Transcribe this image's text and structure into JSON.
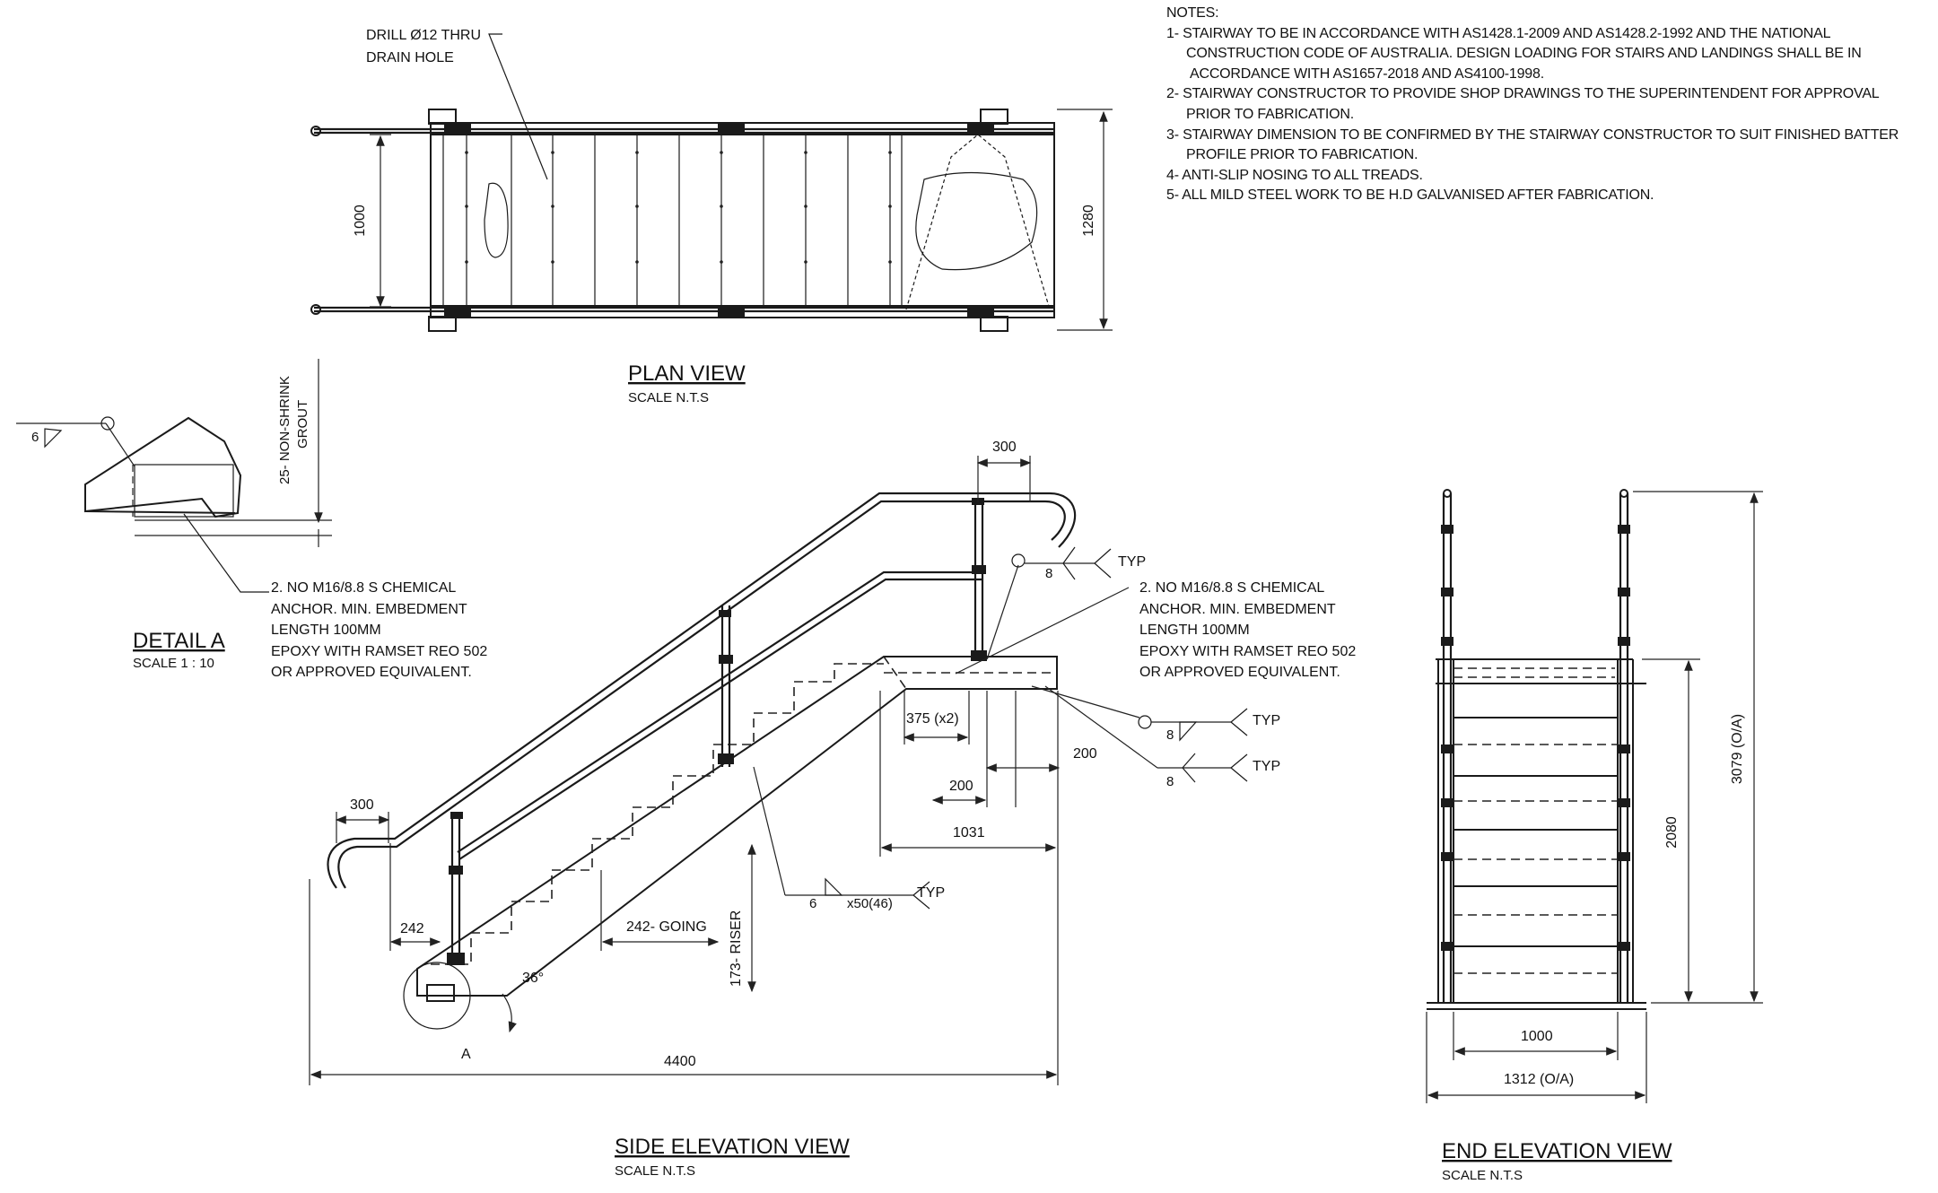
{
  "notes": {
    "heading": "NOTES:",
    "lines": [
      "1- STAIRWAY TO BE IN ACCORDANCE WITH AS1428.1-2009 AND AS1428.2-1992 AND THE NATIONAL",
      "CONSTRUCTION CODE OF AUSTRALIA. DESIGN LOADING FOR STAIRS AND LANDINGS SHALL BE IN",
      "ACCORDANCE WITH AS1657-2018 AND AS4100-1998.",
      "2- STAIRWAY CONSTRUCTOR TO PROVIDE SHOP DRAWINGS TO THE SUPERINTENDENT FOR APPROVAL",
      "PRIOR TO FABRICATION.",
      "3- STAIRWAY DIMENSION TO BE CONFIRMED BY THE STAIRWAY CONSTRUCTOR TO SUIT FINISHED BATTER",
      "PROFILE PRIOR TO FABRICATION.",
      "4- ANTI-SLIP NOSING TO ALL TREADS.",
      "5- ALL MILD STEEL WORK TO BE H.D GALVANISED AFTER FABRICATION."
    ]
  },
  "plan": {
    "title": "PLAN VIEW",
    "scale": "SCALE N.T.S",
    "drill_1": "DRILL Ø12 THRU",
    "drill_2": "DRAIN HOLE",
    "dim_width": "1000",
    "dim_overall": "1280"
  },
  "detail": {
    "title": "DETAIL A",
    "scale": "SCALE 1 : 10",
    "weld": "6",
    "grout_1": "25- NON-SHRINK",
    "grout_2": "GROUT",
    "anchor": [
      "2. NO M16/8.8 S CHEMICAL",
      "ANCHOR. MIN. EMBEDMENT",
      "LENGTH 100MM",
      "EPOXY WITH RAMSET REO 502",
      "OR APPROVED EQUIVALENT."
    ]
  },
  "side": {
    "title": "SIDE ELEVATION VIEW",
    "scale": "SCALE N.T.S",
    "dim_300_top": "300",
    "dim_300_left": "300",
    "dim_242": "242",
    "dim_going": "242- GOING",
    "dim_riser": "173- RISER",
    "angle": "36°",
    "callout_a": "A",
    "dim_4400": "4400",
    "dim_375": "375 (x2)",
    "dim_200a": "200",
    "dim_200b": "200",
    "dim_1031": "1031",
    "weld_typ_1": "TYP",
    "weld_8_1": "8",
    "weld_typ_2": "TYP",
    "weld_8_2": "8",
    "weld_typ_3": "TYP",
    "weld_8_3": "8",
    "weld_6": "6",
    "weld_x50": "x50(46)",
    "weld_typ_4": "TYP",
    "anchor": [
      "2. NO M16/8.8 S CHEMICAL",
      "ANCHOR. MIN. EMBEDMENT",
      "LENGTH 100MM",
      "EPOXY WITH RAMSET REO 502",
      "OR APPROVED EQUIVALENT."
    ]
  },
  "end": {
    "title": "END ELEVATION VIEW",
    "scale": "SCALE N.T.S",
    "dim_3079": "3079 (O/A)",
    "dim_2080": "2080",
    "dim_1000": "1000",
    "dim_1312": "1312  (O/A)"
  }
}
